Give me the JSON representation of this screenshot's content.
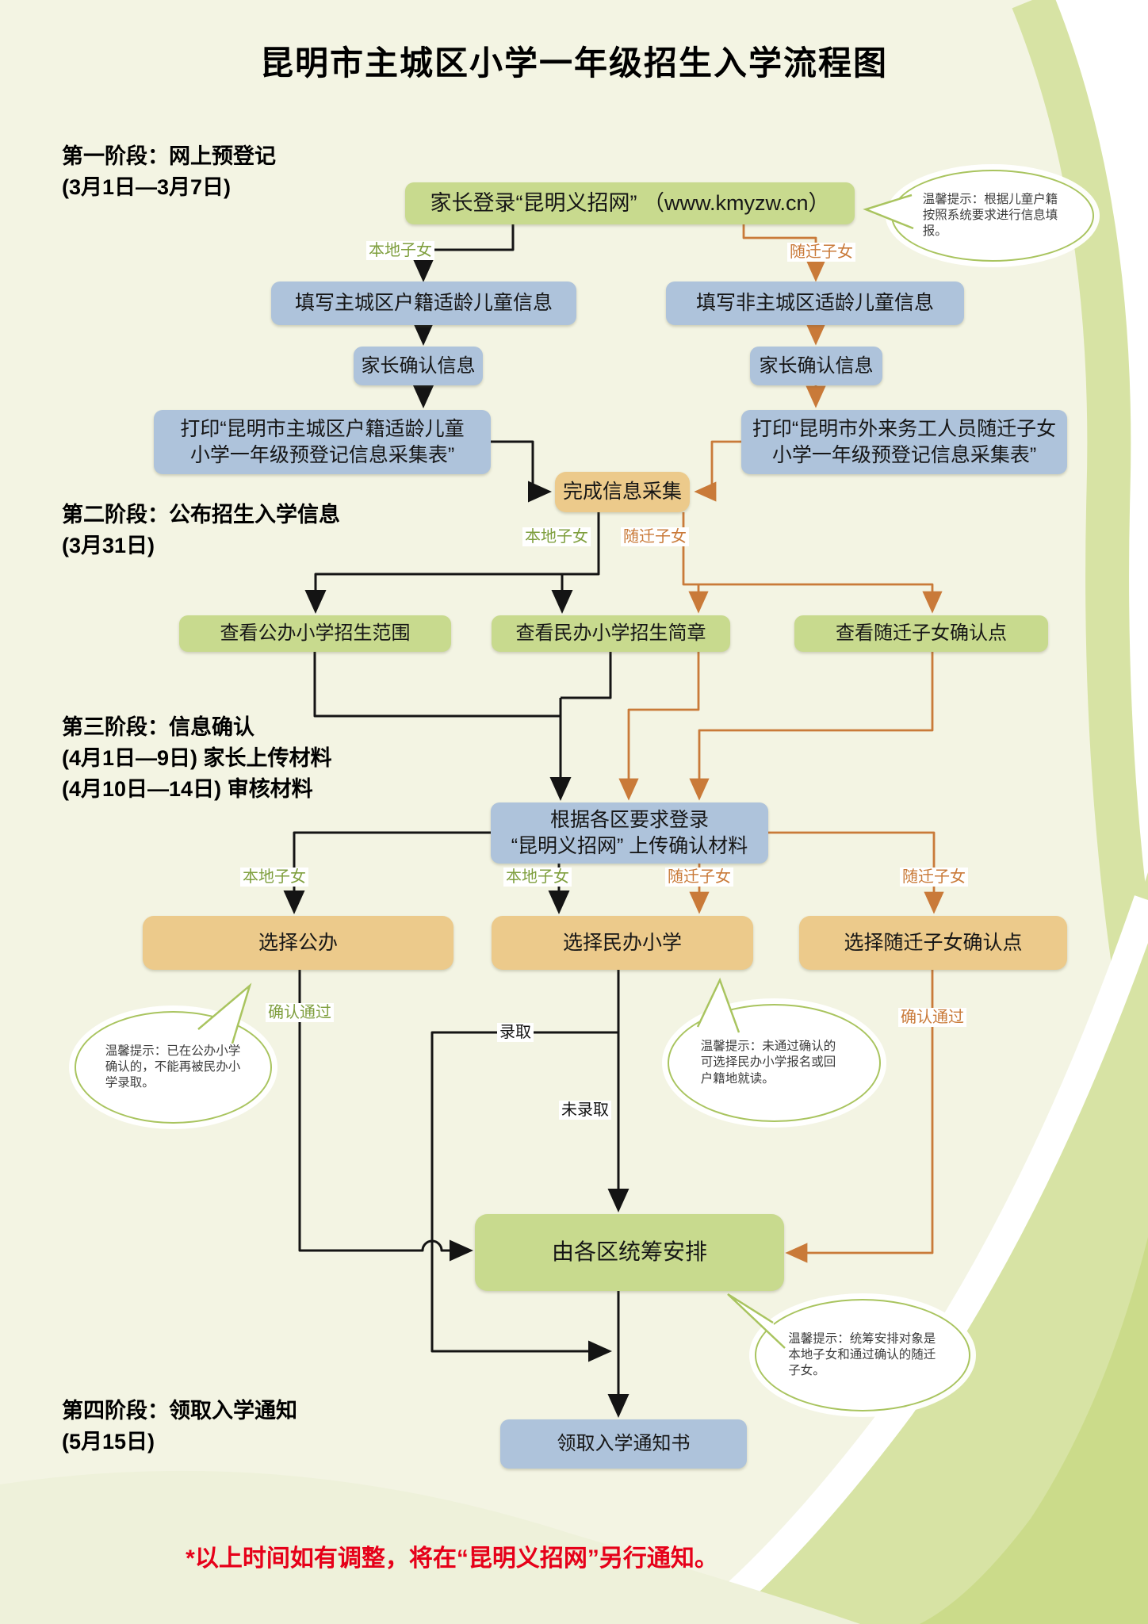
{
  "header": {
    "title": "昆明市主城区小学一年级招生入学流程图"
  },
  "stages": [
    {
      "lines": [
        "第一阶段：网上预登记",
        "(3月1日—3月7日)"
      ]
    },
    {
      "lines": [
        "第二阶段：公布招生入学信息",
        "(3月31日)"
      ]
    },
    {
      "lines": [
        "第三阶段：信息确认",
        "(4月1日—9日) 家长上传材料",
        "(4月10日—14日) 审核材料"
      ]
    },
    {
      "lines": [
        "第四阶段：领取入学通知",
        "(5月15日)"
      ]
    }
  ],
  "nodes": {
    "login": {
      "label": "家长登录“昆明义招网” （www.kmyzw.cn）"
    },
    "fill_local": {
      "label": "填写主城区户籍适龄儿童信息"
    },
    "fill_nonlocal": {
      "label": "填写非主城区适龄儿童信息"
    },
    "confirm_local": {
      "label": "家长确认信息"
    },
    "confirm_nonlocal": {
      "label": "家长确认信息"
    },
    "print_local": {
      "line1": "打印“昆明市主城区户籍适龄儿童",
      "line2": "小学一年级预登记信息采集表”"
    },
    "print_nonlocal": {
      "line1": "打印“昆明市外来务工人员随迁子女",
      "line2": "小学一年级预登记信息采集表”"
    },
    "complete": {
      "label": "完成信息采集"
    },
    "view_public": {
      "label": "查看公办小学招生范围"
    },
    "view_private": {
      "label": "查看民办小学招生简章"
    },
    "view_point": {
      "label": "查看随迁子女确认点"
    },
    "upload": {
      "line1": "根据各区要求登录",
      "line2": "“昆明义招网” 上传确认材料"
    },
    "choose_public": {
      "label": "选择公办"
    },
    "choose_private": {
      "label": "选择民办小学"
    },
    "choose_point": {
      "label": "选择随迁子女确认点"
    },
    "overall": {
      "label": "由各区统筹安排"
    },
    "notice": {
      "label": "领取入学通知书"
    }
  },
  "flow": {
    "local": "本地子女",
    "migrant": "随迁子女",
    "confirmed": "确认通过",
    "admitted": "录取",
    "not_admitted": "未录取"
  },
  "tips": {
    "tip1": "温馨提示：根据儿童户籍按照系统要求进行信息填报。",
    "tip2": "温馨提示：已在公办小学确认的，不能再被民办小学录取。",
    "tip3": "温馨提示：未通过确认的可选择民办小学报名或回户籍地就读。",
    "tip4": "温馨提示：统筹安排对象是本地子女和通过确认的随迁子女。"
  },
  "footnote": "*以上时间如有调整，将在“昆明义招网”另行通知。",
  "colors": {
    "background": "#f3f4e3",
    "band_green": "#d7e3a4",
    "band_deep": "#cbdb8a",
    "band_pale": "#eef1da",
    "blue_box": "#aec3db",
    "green_box": "#c8da8e",
    "tan_box": "#ecca8b",
    "line_black": "#141414",
    "line_orange": "#c97a39",
    "label_green": "#7f9f3e",
    "label_orange": "#c97a39",
    "bubble_border": "#a9c45f",
    "footnote_red": "#e60019"
  }
}
